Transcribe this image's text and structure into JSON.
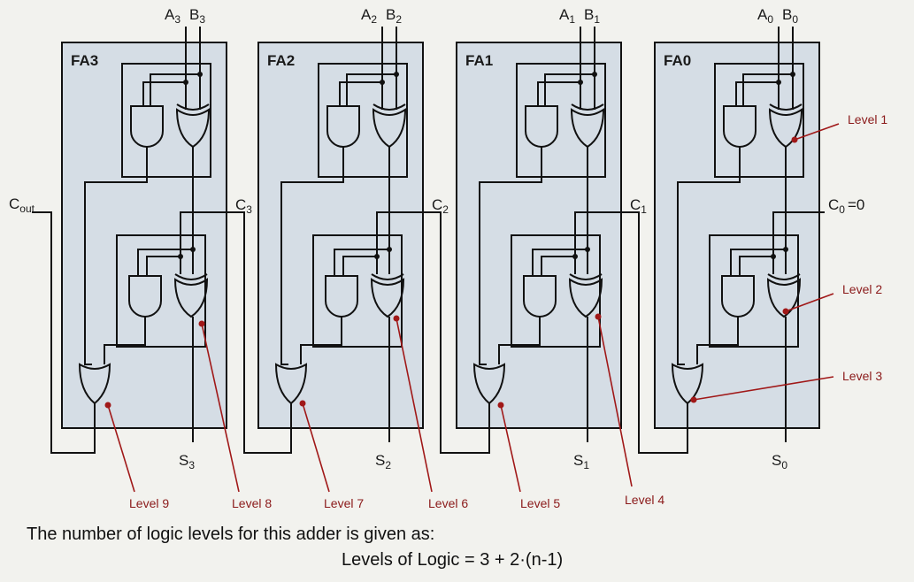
{
  "adders": [
    {
      "name": "FA3",
      "a": "A",
      "b": "B",
      "sub": "3",
      "sum": "S",
      "carry": "C",
      "carry_sub": "3"
    },
    {
      "name": "FA2",
      "a": "A",
      "b": "B",
      "sub": "2",
      "sum": "S",
      "carry": "C",
      "carry_sub": "2"
    },
    {
      "name": "FA1",
      "a": "A",
      "b": "B",
      "sub": "1",
      "sum": "S",
      "carry": "C",
      "carry_sub": "1"
    },
    {
      "name": "FA0",
      "a": "A",
      "b": "B",
      "sub": "0",
      "sum": "S",
      "carry": "C",
      "carry_sub": "0"
    }
  ],
  "cout": {
    "main": "C",
    "sub": "out"
  },
  "c0_value": "=0",
  "levels": [
    {
      "label": "Level 1"
    },
    {
      "label": "Level 2"
    },
    {
      "label": "Level 3"
    },
    {
      "label": "Level 4"
    },
    {
      "label": "Level 5"
    },
    {
      "label": "Level 6"
    },
    {
      "label": "Level 7"
    },
    {
      "label": "Level 8"
    },
    {
      "label": "Level 9"
    }
  ],
  "caption": "The number of logic levels for this adder is given as:",
  "formula": "Levels of Logic = 3 + 2·(n-1)",
  "colors": {
    "panel": "#d5dde5",
    "wire": "#111111",
    "level_text": "#8b1a1a",
    "level_dot": "#a01818",
    "background": "#f2f2ee"
  }
}
